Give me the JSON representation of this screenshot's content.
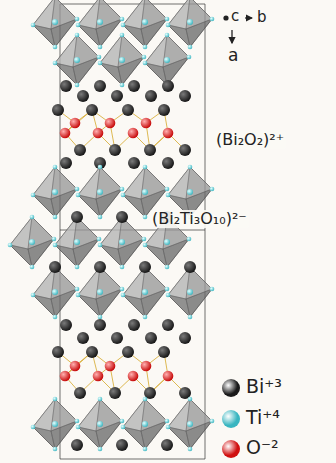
{
  "diagram": {
    "labels": [
      "c",
      "b",
      "a",
      "(Bi₂O₂)²⁺",
      "(Bi₂Ti₃O₁₀)²⁻"
    ],
    "legend": [
      {
        "text": "Bi⁺³",
        "color": "#1a1a1a"
      },
      {
        "text": "Ti⁺⁴",
        "color": "#38b5c0"
      },
      {
        "text": "O⁻²",
        "color": "#d01010"
      }
    ]
  }
}
